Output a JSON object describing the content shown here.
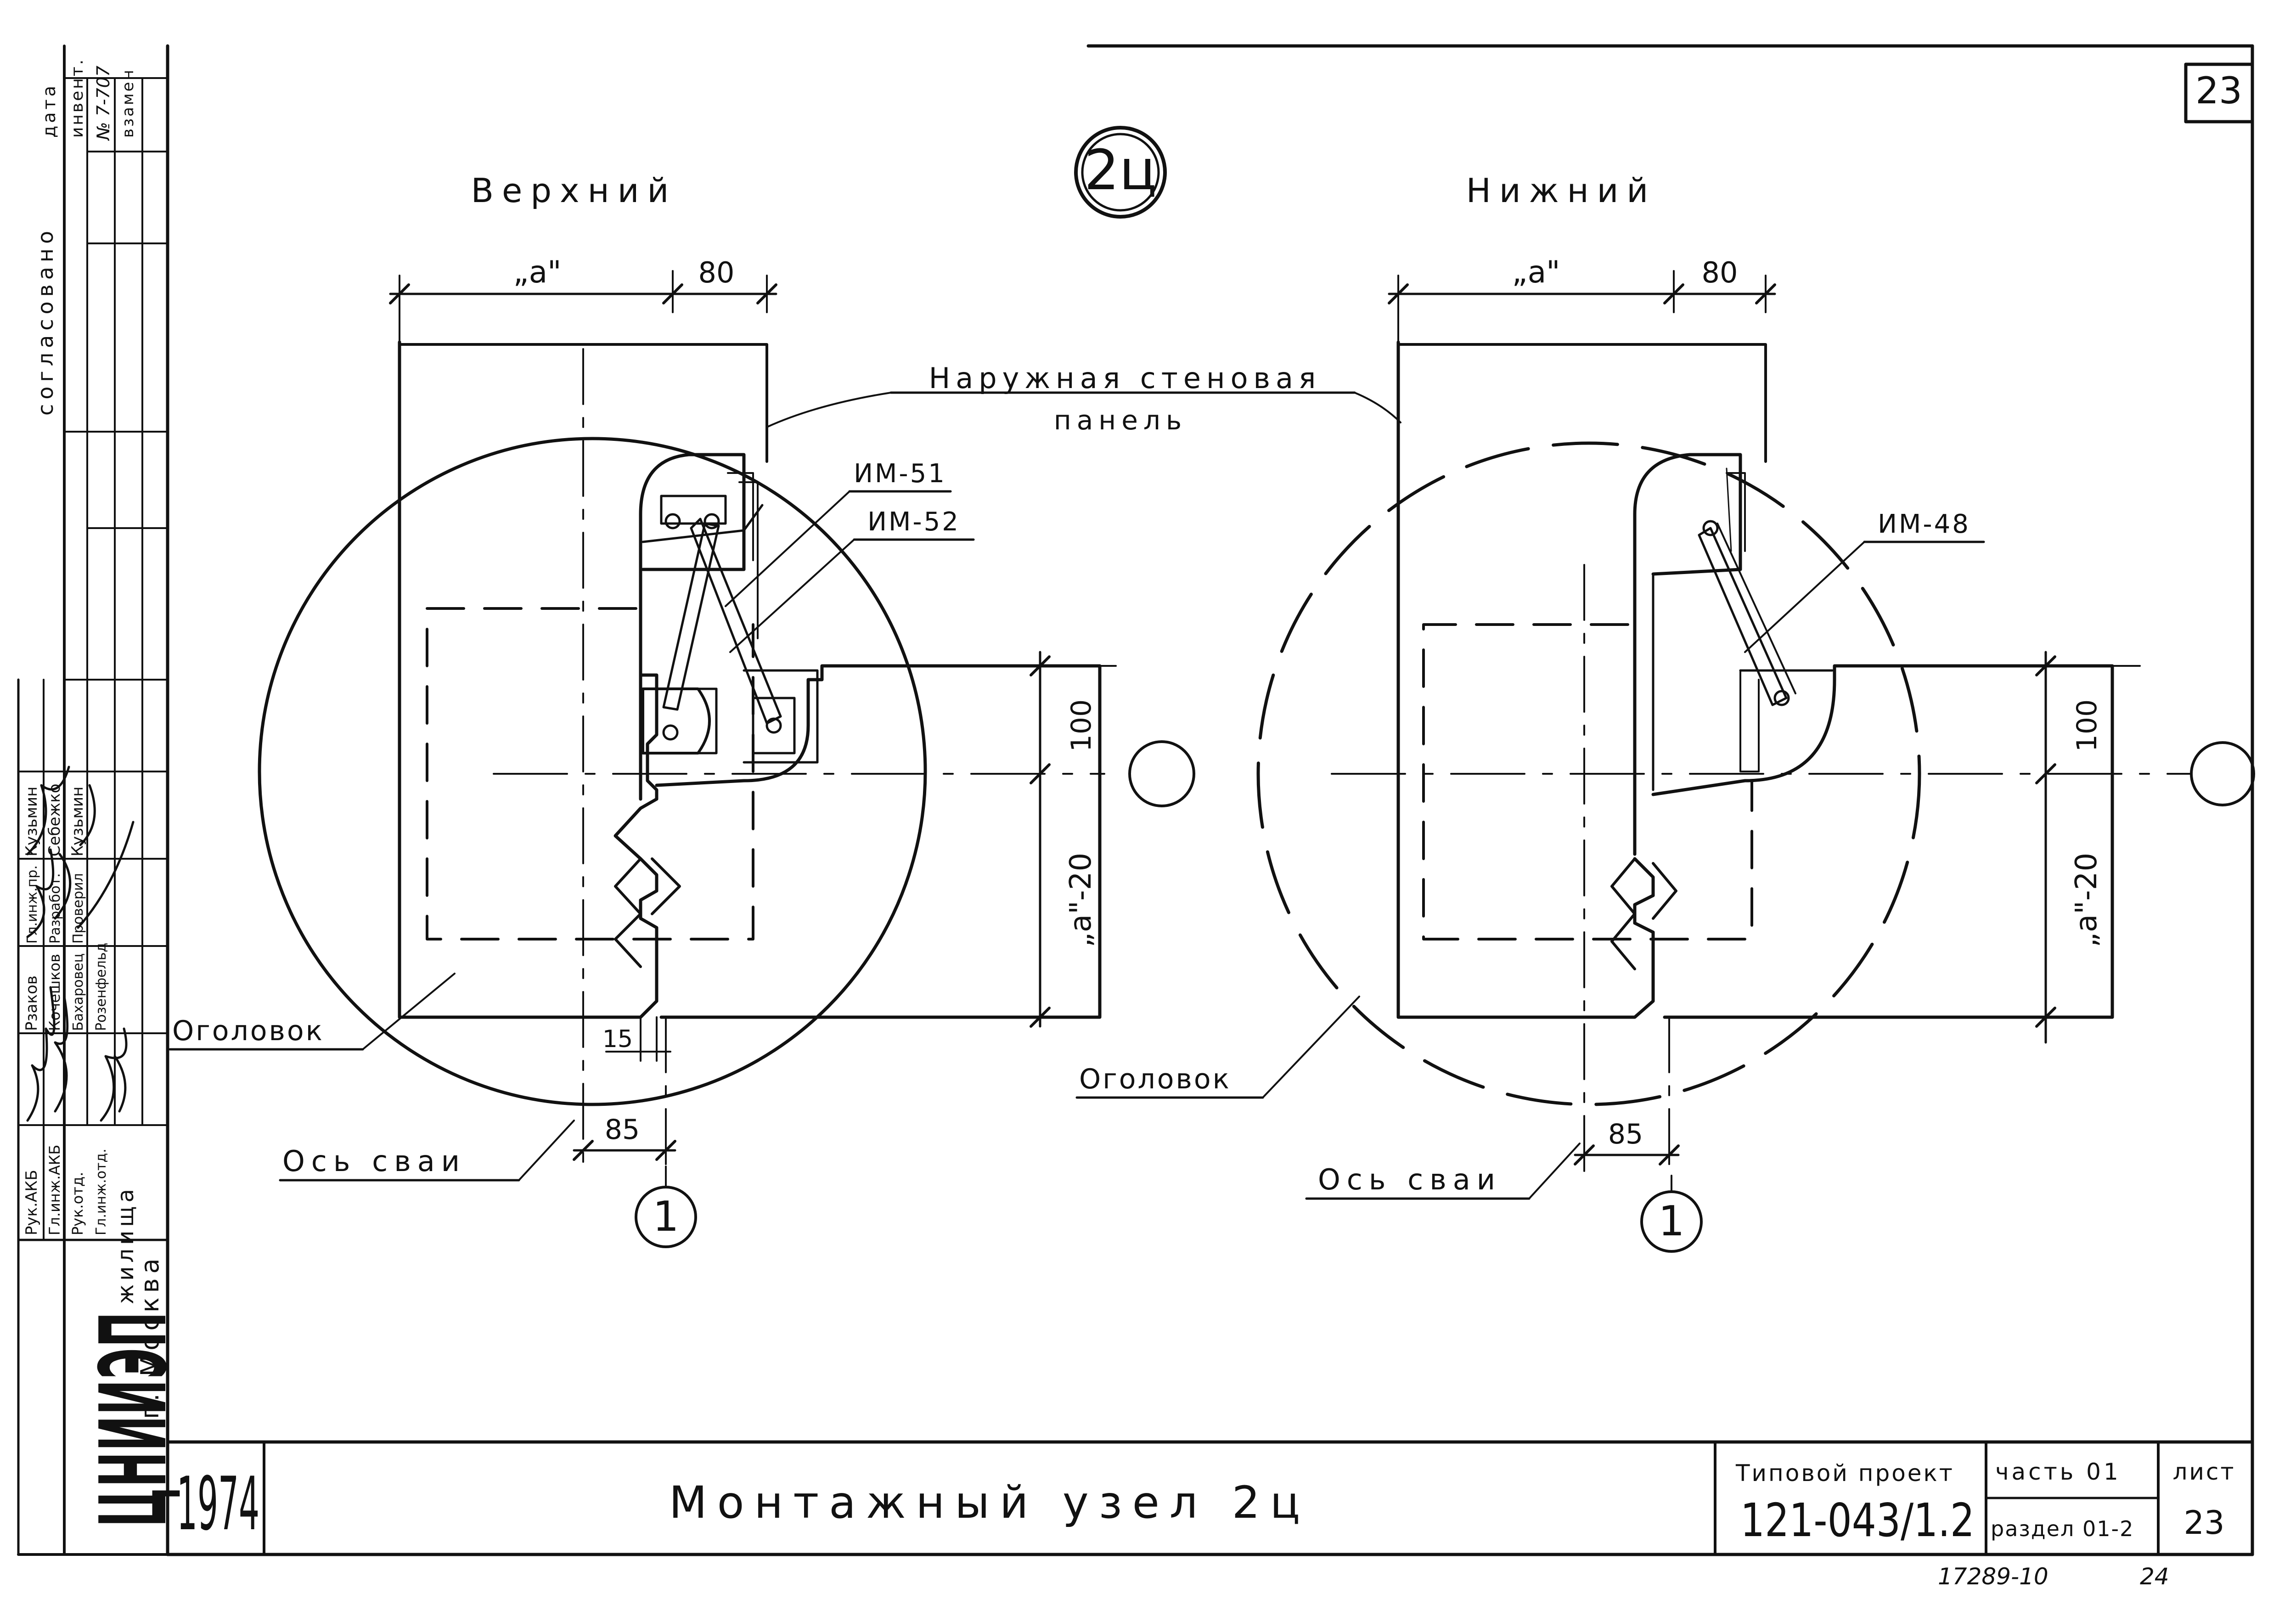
{
  "sheet": {
    "sheet_number": "23",
    "node_badge": "2ц",
    "year": "1974",
    "main_title": "Монтажный узел 2ц",
    "project_label": "Типовой проект",
    "project_number": "121-043/1.2",
    "part": "часть 01",
    "section": "раздел 01-2",
    "sheet_label": "лист",
    "sheet_value": "23",
    "archive_number": "17289-10",
    "archive_page": "24"
  },
  "organization": {
    "institute": "ЦНИИЭП",
    "housing": "жилища",
    "city": "г. Москва"
  },
  "left_strip": {
    "approval": "согласовано",
    "date": "дата",
    "inventory": "инвент.",
    "inventory_no": "№ 7-707",
    "instead_of": "взамен",
    "signatures": [
      {
        "role": "Рук.АКБ",
        "name": "Рзаков"
      },
      {
        "role": "Гл.инж.АКБ",
        "name": "Кочешков"
      },
      {
        "role": "Рук.отд.",
        "name": "Бахаровец"
      },
      {
        "role": "Гл.инж.пр.",
        "name": "Разработ."
      },
      {
        "role": "Гл.инж.отд.",
        "name": "Розенфельд"
      }
    ],
    "checkers": [
      "Кузьмин",
      "Себежко",
      "Кузьмин"
    ],
    "checked_label": "Проверил"
  },
  "left_detail": {
    "title": "Верхний",
    "dim_a": "„а\"",
    "dim_80": "80",
    "dim_100": "100",
    "dim_a20": "„а\"-20",
    "dim_15": "15",
    "dim_85": "85",
    "tag_im51": "ИМ-51",
    "tag_im52": "ИМ-52",
    "tag_cap": "Оголовок",
    "tag_axis": "Ось сваи",
    "axis_marker": "1"
  },
  "right_detail": {
    "title": "Нижний",
    "dim_a": "„а\"",
    "dim_80": "80",
    "dim_100": "100",
    "dim_a20": "„а\"-20",
    "dim_85": "85",
    "tag_im48": "ИМ-48",
    "tag_cap": "Оголовок",
    "tag_axis": "Ось сваи",
    "axis_marker": "1"
  },
  "shared": {
    "panel_label_line1": "Наружная стеновая",
    "panel_label_line2": "панель"
  }
}
